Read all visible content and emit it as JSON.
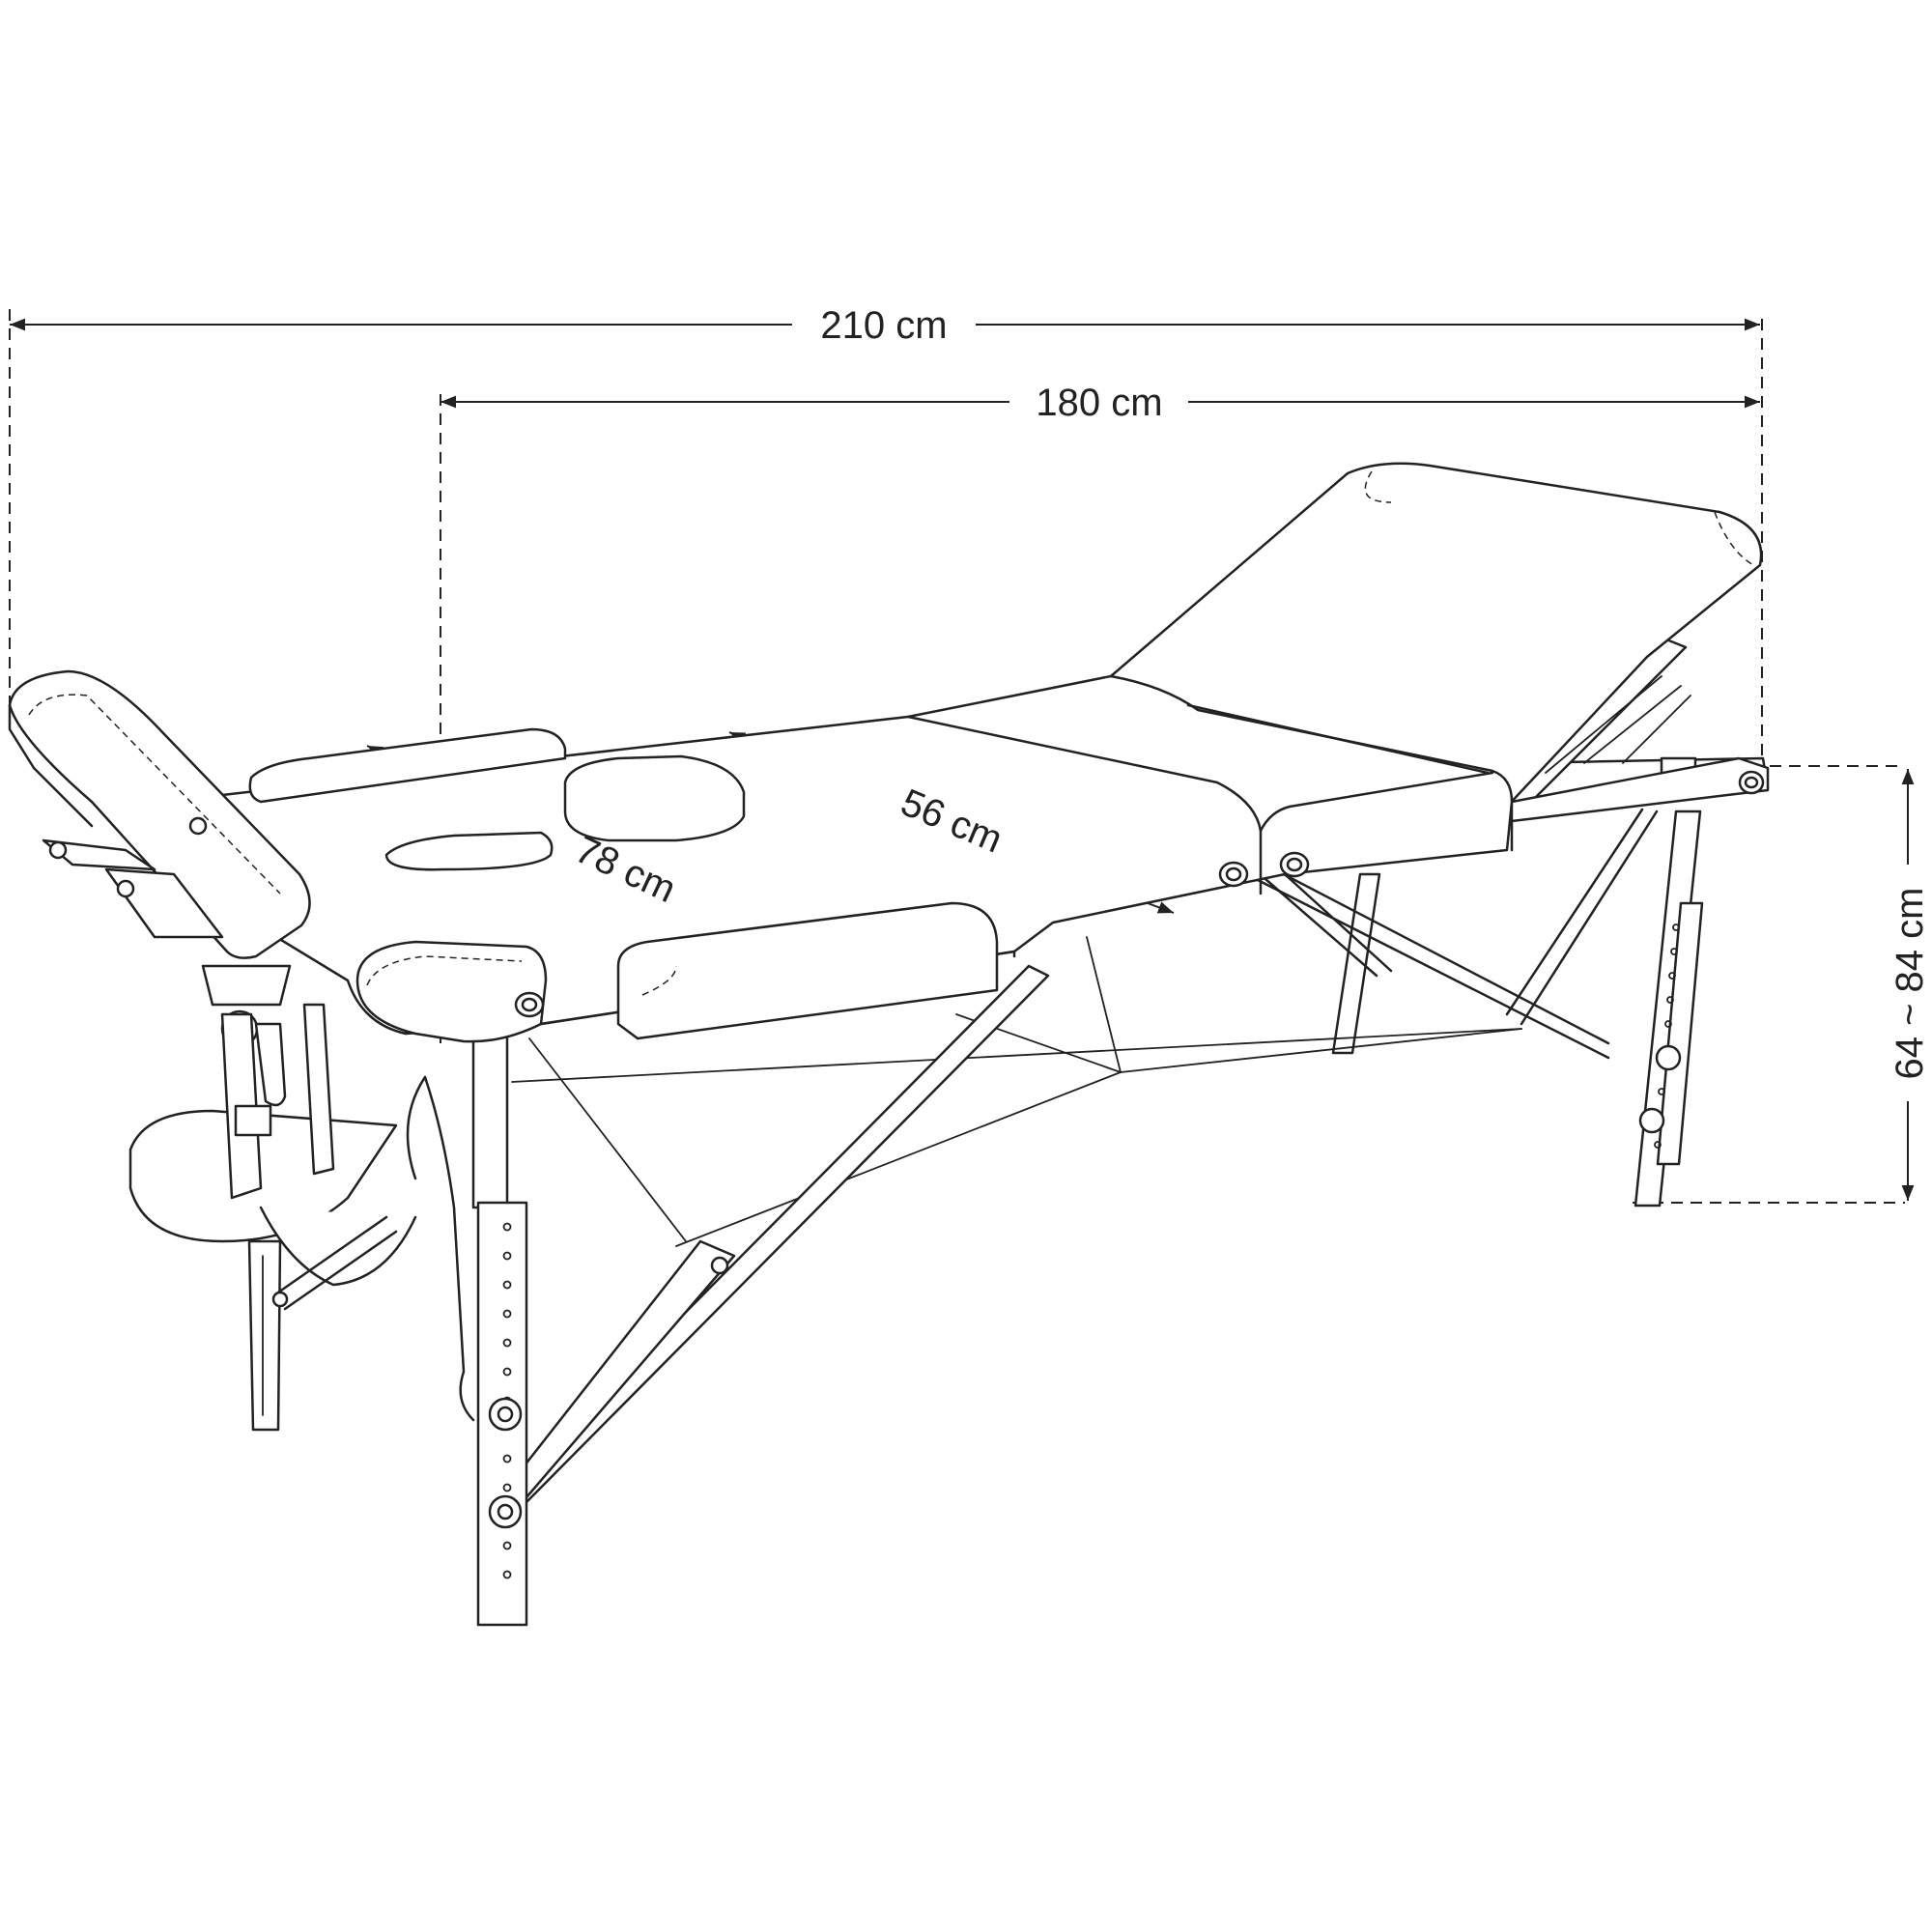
{
  "dimensions": {
    "overall_length": "210 cm",
    "table_length": "180 cm",
    "height_range": "64 ~ 84 cm",
    "width": "78 cm",
    "headrest_section": "56 cm"
  },
  "colors": {
    "line": "#222222",
    "background": "#ffffff"
  }
}
